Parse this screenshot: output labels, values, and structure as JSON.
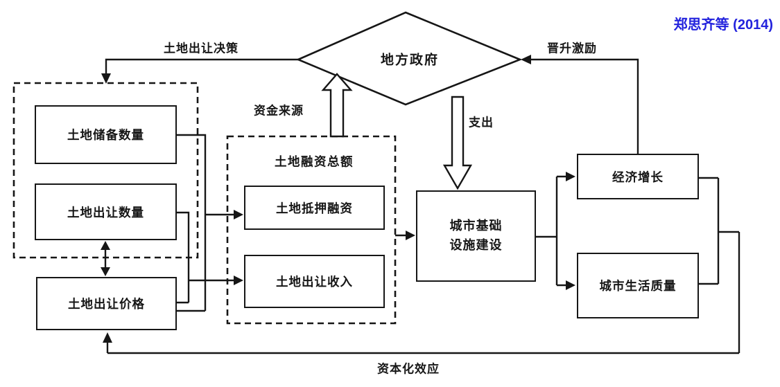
{
  "meta": {
    "citation": "郑思齐等 (2014)"
  },
  "colors": {
    "line": "#161616",
    "citation_blue": "#2222dd",
    "background": "#ffffff"
  },
  "decision": {
    "label": "地方政府"
  },
  "edges": {
    "decision_label": "土地出让决策",
    "promotion_label": "晋升激励",
    "funding_label": "资金来源",
    "spending_label": "支出",
    "capitalization_label": "资本化效应"
  },
  "left_group": {
    "reserve_quantity": "土地储备数量",
    "transfer_quantity": "土地出让数量"
  },
  "price_node": "土地出让价格",
  "finance_group": {
    "title": "土地融资总额",
    "mortgage": "土地抵押融资",
    "income": "土地出让收入"
  },
  "infrastructure": {
    "line1": "城市基础",
    "line2": "设施建设"
  },
  "outcomes": {
    "growth": "经济增长",
    "life_quality": "城市生活质量"
  }
}
